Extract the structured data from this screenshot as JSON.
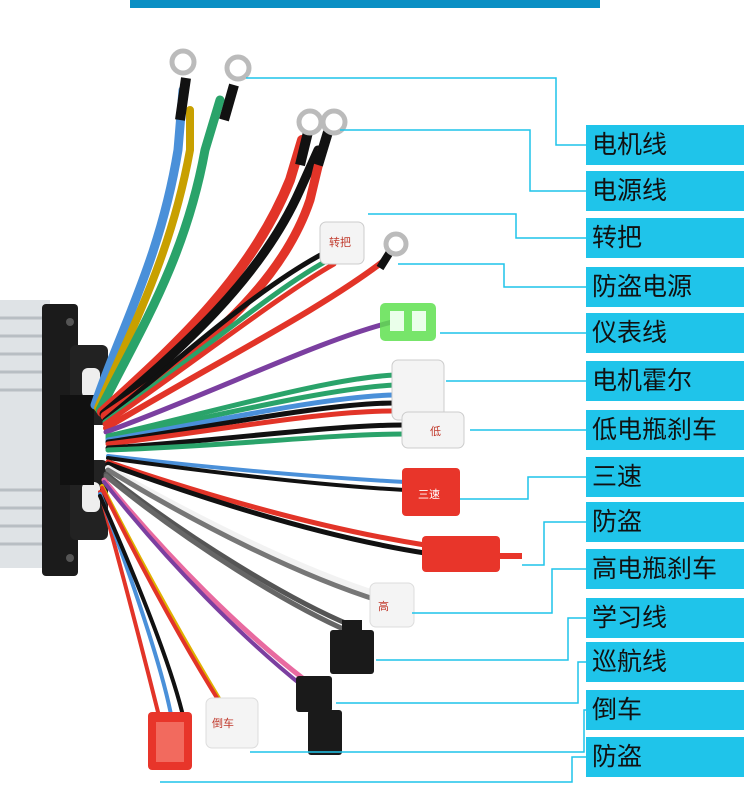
{
  "labels": [
    {
      "text": "电机线"
    },
    {
      "text": "电源线"
    },
    {
      "text": "转把"
    },
    {
      "text": "防盗电源"
    },
    {
      "text": "仪表线"
    },
    {
      "text": "电机霍尔"
    },
    {
      "text": "低电瓶刹车"
    },
    {
      "text": "三速"
    },
    {
      "text": "防盗"
    },
    {
      "text": "高电瓶刹车"
    },
    {
      "text": "学习线"
    },
    {
      "text": "巡航线"
    },
    {
      "text": "倒车"
    },
    {
      "text": "防盗"
    }
  ],
  "connector_tags": {
    "throttle": "转把",
    "speed3": "三速",
    "low_brake": "低",
    "high_brake": "高",
    "reverse": "倒车"
  },
  "colors": {
    "label_bg": "#1fc4ea",
    "leader_line": "#1fc4ea",
    "red_connector": "#e8352a",
    "black_connector": "#1a1a1a",
    "green_connector": "#5fe050"
  }
}
